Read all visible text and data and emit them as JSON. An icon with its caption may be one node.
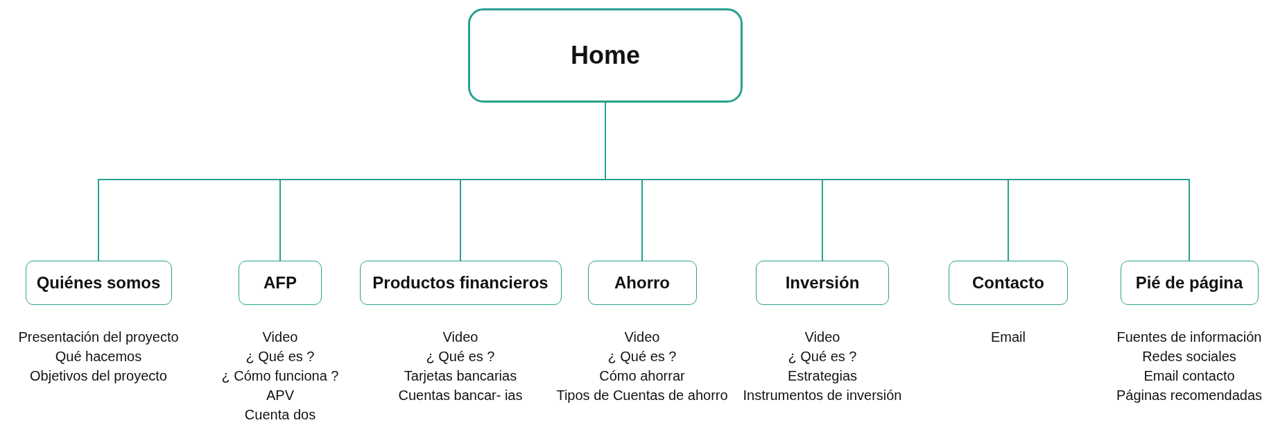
{
  "diagram": {
    "nodes": [
      {
        "text": [
          "Home"
        ]
      },
      {
        "text": [
          "Quiénes somos"
        ],
        "beside": [
          "Presentación del proyecto",
          "Qué hacemos",
          "Objetivos del proyecto"
        ]
      },
      {
        "text": [
          "AFP"
        ],
        "beside": [
          "Video",
          "¿ Qué es ?",
          "¿ Cómo funciona ?",
          "APV",
          "Cuenta dos"
        ]
      },
      {
        "text": [
          "Productos financieros"
        ],
        "beside": [
          "Video",
          "¿ Qué es ?",
          "Tarjetas bancarias",
          "Cuentas bancar- ias"
        ]
      },
      {
        "text": [
          "Ahorro"
        ],
        "beside": [
          "Video",
          "¿ Qué es ?",
          "Cómo ahorrar",
          "Tipos de Cuentas de ahorro"
        ]
      },
      {
        "text": [
          "Inversión"
        ],
        "beside": [
          "Video",
          "¿ Qué es ?",
          "Estrategias",
          "Instrumentos de inversión"
        ]
      },
      {
        "text": [
          "Contacto"
        ],
        "beside": [
          "Email"
        ]
      },
      {
        "text": [
          "Pié de página"
        ],
        "beside": [
          "Fuentes de información",
          "Redes sociales",
          "Email contacto",
          "Páginas recomendadas"
        ]
      }
    ],
    "edges": [
      {
        "from": 0,
        "to": 1,
        "arrow": "none"
      },
      {
        "from": 0,
        "to": 2,
        "arrow": "none"
      },
      {
        "from": 0,
        "to": 3,
        "arrow": "none"
      },
      {
        "from": 0,
        "to": 4,
        "arrow": "none"
      },
      {
        "from": 0,
        "to": 5,
        "arrow": "none"
      },
      {
        "from": 0,
        "to": 6,
        "arrow": "none"
      },
      {
        "from": 0,
        "to": 7,
        "arrow": "none"
      }
    ]
  }
}
